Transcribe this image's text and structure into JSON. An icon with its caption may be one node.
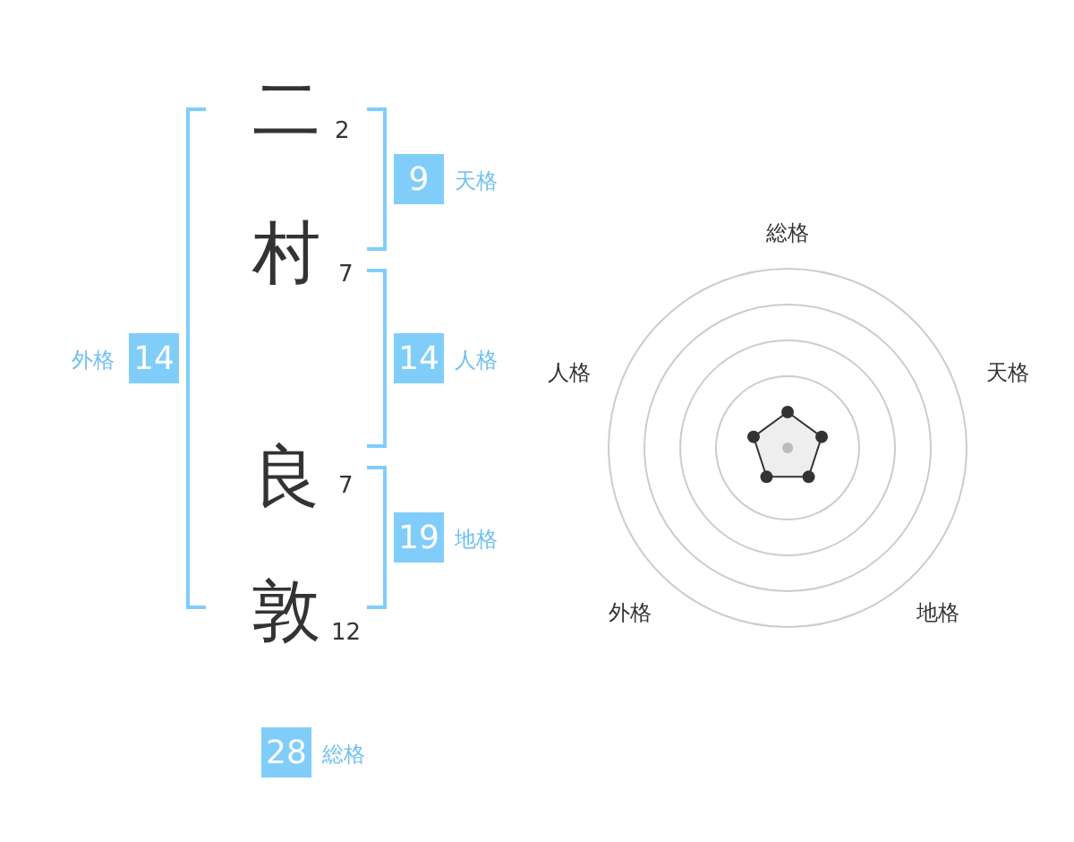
{
  "diagram": {
    "nodes": [
      {
        "text": [
          "9"
        ],
        "beside": [
          "天格"
        ]
      },
      {
        "text": [
          "14"
        ],
        "beside": [
          "人格"
        ]
      },
      {
        "text": [
          "14"
        ],
        "beside": [
          "外格"
        ]
      },
      {
        "text": [
          "19"
        ],
        "beside": [
          "地格"
        ]
      },
      {
        "text": [
          "28"
        ],
        "beside": [
          "総格"
        ]
      }
    ],
    "labels": [
      "二",
      "2",
      "村",
      "7",
      "良",
      "7",
      "敦",
      "12",
      "総格",
      "人格",
      "天格",
      "外格",
      "地格"
    ]
  }
}
